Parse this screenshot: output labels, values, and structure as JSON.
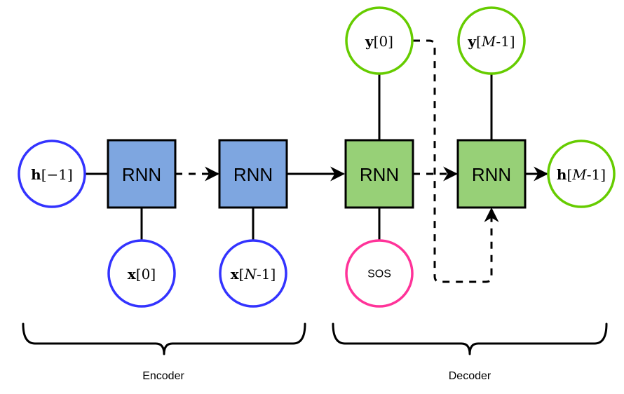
{
  "colors": {
    "encoder_box": "#7EA6E0",
    "decoder_box": "#97D077",
    "encoder_circle": "#3333FF",
    "decoder_circle": "#66CC00",
    "sos_circle": "#FF3399",
    "stroke": "#000000"
  },
  "blocks": {
    "rnn_label": "RNN"
  },
  "nodes": {
    "h_init": {
      "bold": "h",
      "rest": "[−1]"
    },
    "x0": {
      "bold": "x",
      "rest": "[0]"
    },
    "xN": {
      "bold": "x",
      "pre": "[",
      "var": "N",
      "post": "-1]"
    },
    "sos": {
      "label": "SOS"
    },
    "y0": {
      "bold": "y",
      "rest": "[0]"
    },
    "yM": {
      "bold": "y",
      "pre": "[",
      "var": "M",
      "post": "-1]"
    },
    "hM": {
      "bold": "h",
      "pre": "[",
      "var": "M",
      "post": "-1]"
    }
  },
  "groups": {
    "encoder": "Encoder",
    "decoder": "Decoder"
  }
}
